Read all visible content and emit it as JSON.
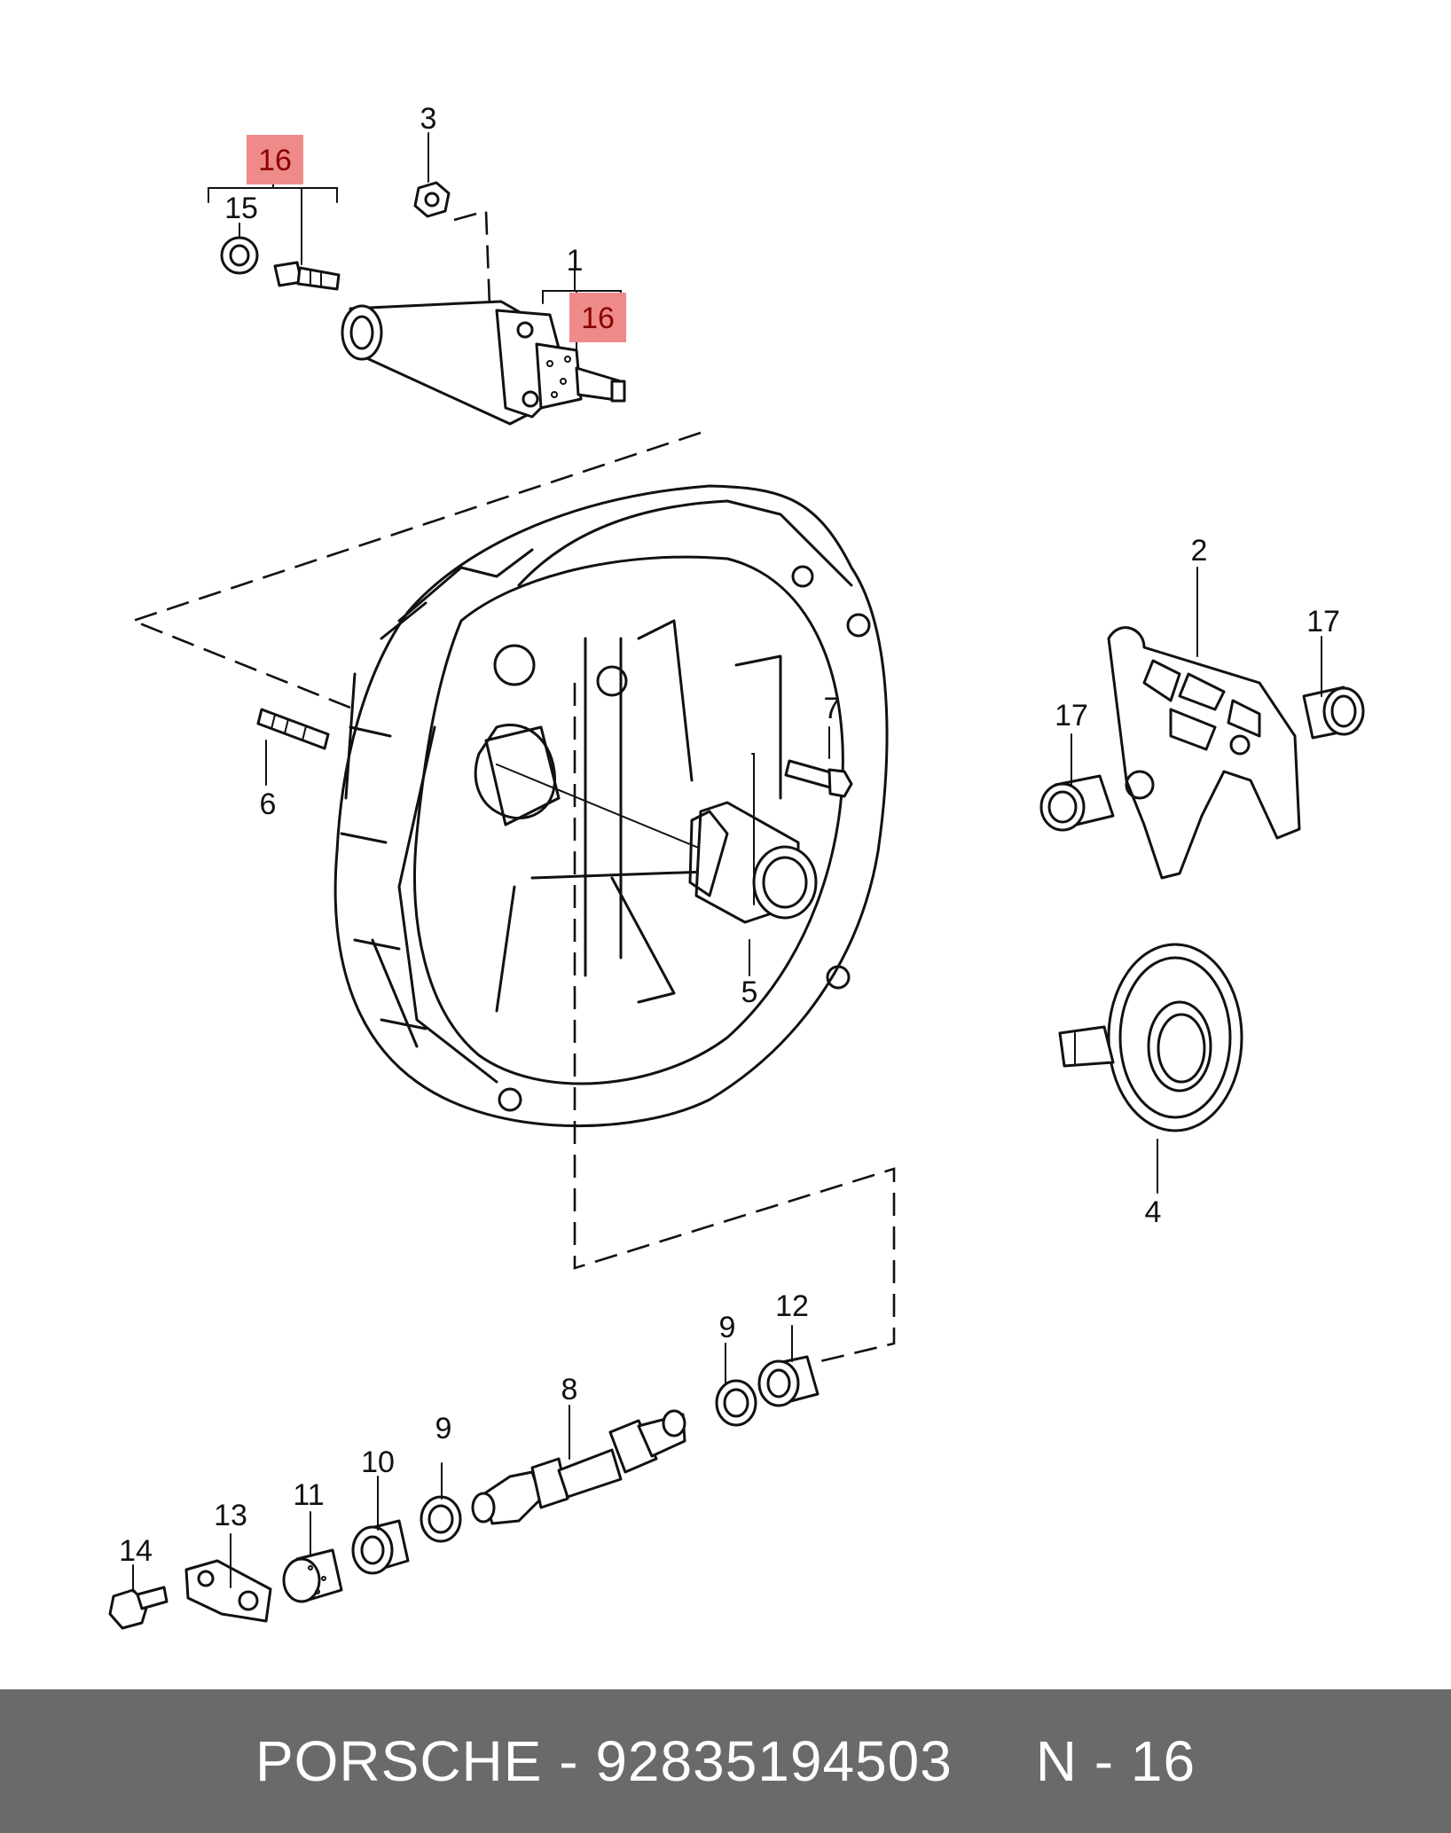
{
  "callouts": {
    "c1": "1",
    "c2": "2",
    "c3": "3",
    "c4": "4",
    "c5": "5",
    "c6": "6",
    "c7": "7",
    "c8": "8",
    "c9a": "9",
    "c9b": "9",
    "c10": "10",
    "c11": "11",
    "c12": "12",
    "c13": "13",
    "c14": "14",
    "c15": "15",
    "c16a": "16",
    "c16b": "16",
    "c17a": "17",
    "c17b": "17"
  },
  "highlight_color": "#ef8a8a",
  "footer": {
    "brand": "PORSCHE",
    "separator": " - ",
    "part_number": "92835194503",
    "ref": "N - 16",
    "background": "#6a6a6a"
  }
}
